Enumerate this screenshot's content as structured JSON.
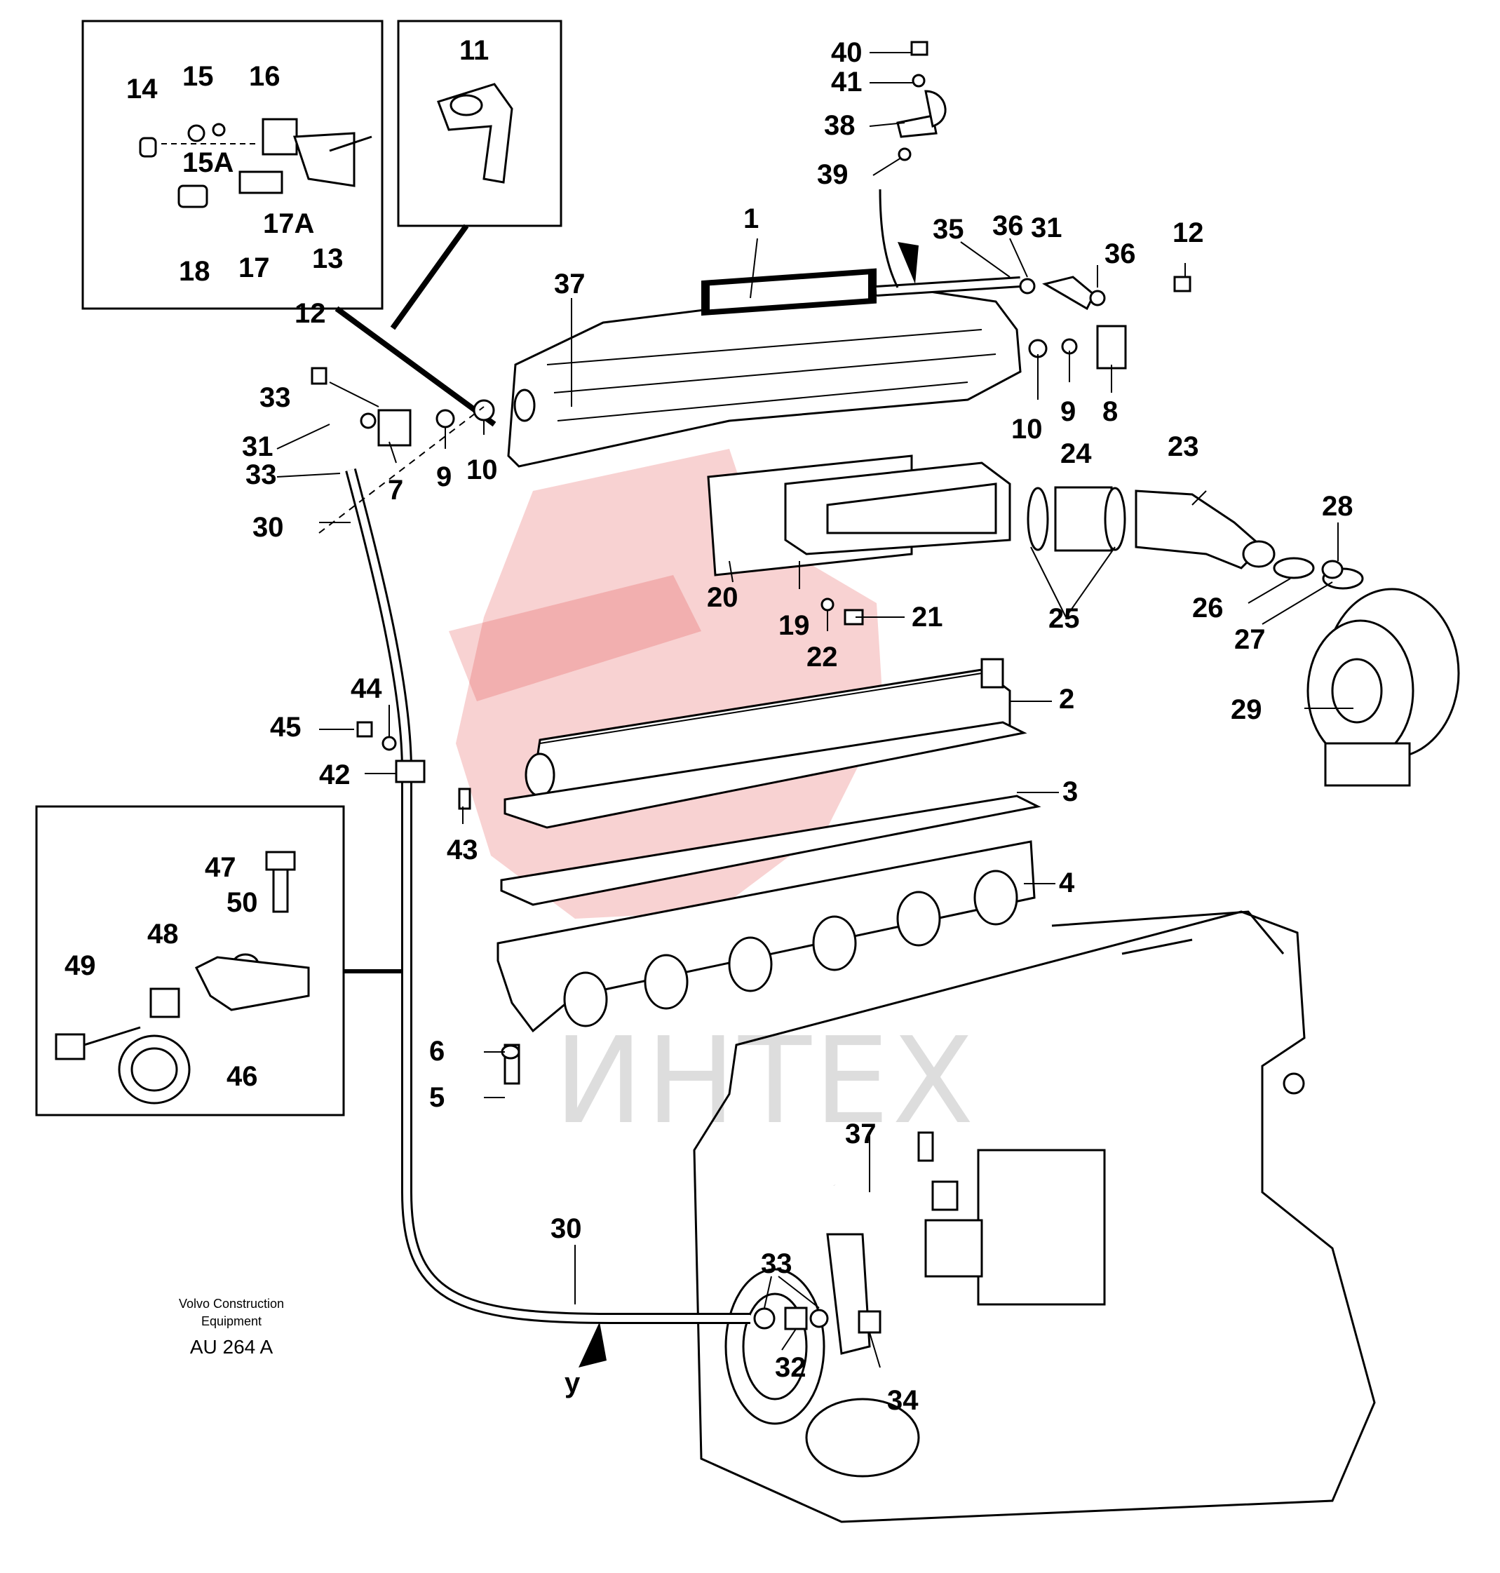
{
  "watermark": {
    "text": "ИНТЕХ",
    "color": "#e03030"
  },
  "caption": {
    "line1": "Volvo Construction",
    "line2": "Equipment",
    "code": "AU 264 A"
  },
  "direction_label": "y",
  "inset_labels": {
    "top_left": [
      "14",
      "15",
      "16",
      "15A",
      "18",
      "17",
      "17A",
      "13"
    ],
    "top_mid": [
      "11"
    ],
    "bottom_left": [
      "47",
      "50",
      "48",
      "49",
      "46"
    ]
  },
  "labels": [
    "1",
    "2",
    "3",
    "4",
    "5",
    "6",
    "7",
    "8",
    "9",
    "9",
    "10",
    "10",
    "12",
    "12",
    "19",
    "20",
    "21",
    "22",
    "23",
    "24",
    "25",
    "26",
    "27",
    "28",
    "29",
    "30",
    "30",
    "31",
    "31",
    "32",
    "33",
    "33",
    "33",
    "34",
    "35",
    "36",
    "36",
    "37",
    "37",
    "38",
    "39",
    "40",
    "41",
    "42",
    "43",
    "44",
    "45"
  ]
}
